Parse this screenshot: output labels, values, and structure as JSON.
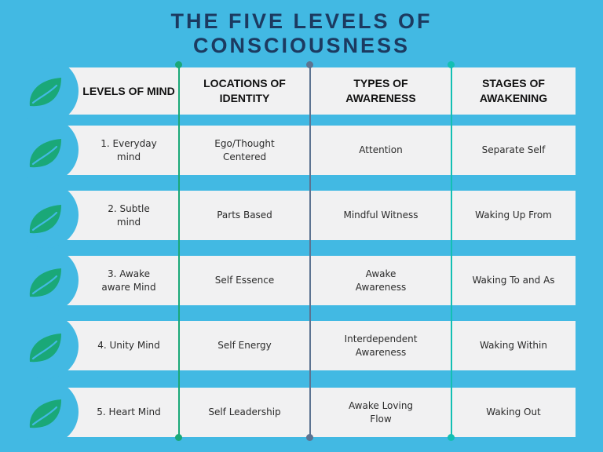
{
  "title": {
    "line1": "THE FIVE LEVELS OF",
    "line2": "CONSCIOUSNESS"
  },
  "colors": {
    "background": "#42b9e3",
    "row": "#f1f1f2",
    "title": "#1c3a60",
    "leaf": "#1aa878",
    "line1": "#1aa878",
    "line2": "#5c7391",
    "line3": "#13bfb3"
  },
  "table": {
    "headers": {
      "col1": "LEVELS OF MIND",
      "col2a": "LOCATIONS OF",
      "col2b": "IDENTITY",
      "col3a": "TYPES OF",
      "col3b": "AWARENESS",
      "col4a": "STAGES OF",
      "col4b": "AWAKENING"
    },
    "rows": [
      {
        "level": "1. Everyday mind",
        "identity": "Ego/Thought Centered",
        "awareness": "Attention",
        "awakening": "Separate Self"
      },
      {
        "level": "2. Subtle mind",
        "identity": "Parts Based",
        "awareness": "Mindful Witness",
        "awakening": "Waking Up From"
      },
      {
        "level": "3. Awake aware Mind",
        "identity": "Self Essence",
        "awareness": "Awake Awareness",
        "awakening": "Waking To and As"
      },
      {
        "level": "4. Unity Mind",
        "identity": "Self Energy",
        "awareness": "Interdependent Awareness",
        "awakening": "Waking Within"
      },
      {
        "level": "5. Heart Mind",
        "identity": "Self Leadership",
        "awareness": "Awake Loving Flow",
        "awakening": "Waking Out"
      }
    ]
  },
  "icons": {
    "row_icon": "leaf-icon"
  }
}
